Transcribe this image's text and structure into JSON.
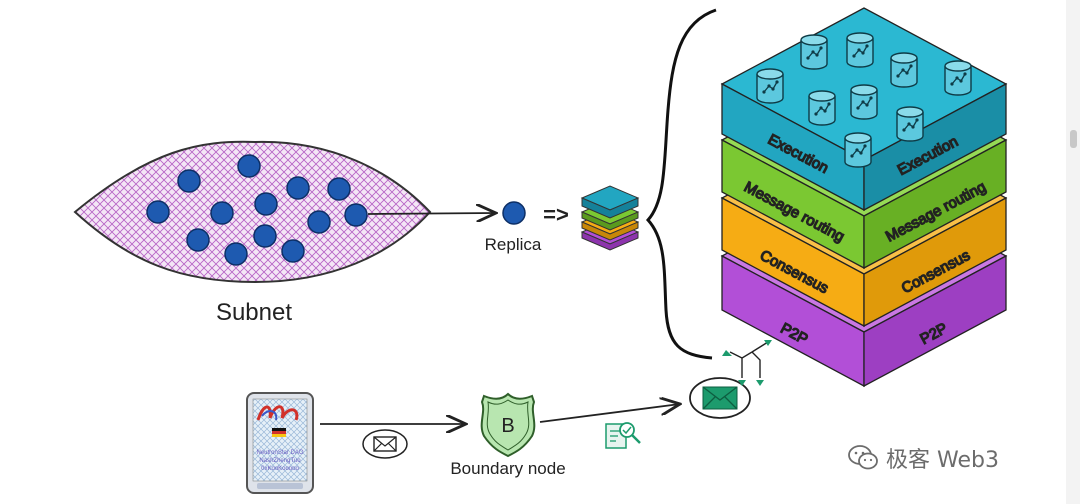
{
  "labels": {
    "subnet": "Subnet",
    "replica": "Replica",
    "arrow_eq": "=>",
    "boundary_node": "Boundary node",
    "boundary_letter": "B"
  },
  "layers": {
    "execution": "Execution",
    "message_routing": "Message routing",
    "consensus": "Consensus",
    "p2p": "P2P"
  },
  "phone": {
    "lines": [
      "NeutronStar DAO",
      "NashZhengTuo",
      "0xKooKooooo"
    ]
  },
  "colors": {
    "execution": "#22a6c1",
    "message_routing": "#7bc832",
    "consensus": "#f6ac14",
    "p2p": "#b24fd7",
    "node": "#1e5ab0",
    "subnet_hatch": "#b766c6",
    "message": "#1c9b6d"
  },
  "watermark": {
    "text": "极客 Web3"
  }
}
